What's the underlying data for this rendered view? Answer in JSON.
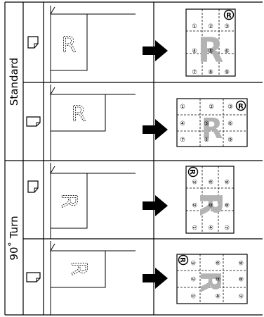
{
  "groups": [
    {
      "label": "Standard"
    },
    {
      "label": "90˚ Turn"
    }
  ],
  "orig_letter": "R",
  "badge": "R",
  "numbers": [
    "①",
    "②",
    "③",
    "④",
    "⑤",
    "⑥",
    "⑦",
    "⑧",
    "⑨"
  ],
  "colors": {
    "line": "#000000",
    "arrow": "#000000",
    "letter_fill": "#b3b3b3",
    "dash": "#000000"
  },
  "icons": [
    "paper-portrait-icon",
    "paper-landscape-icon",
    "right-arrow-icon"
  ]
}
